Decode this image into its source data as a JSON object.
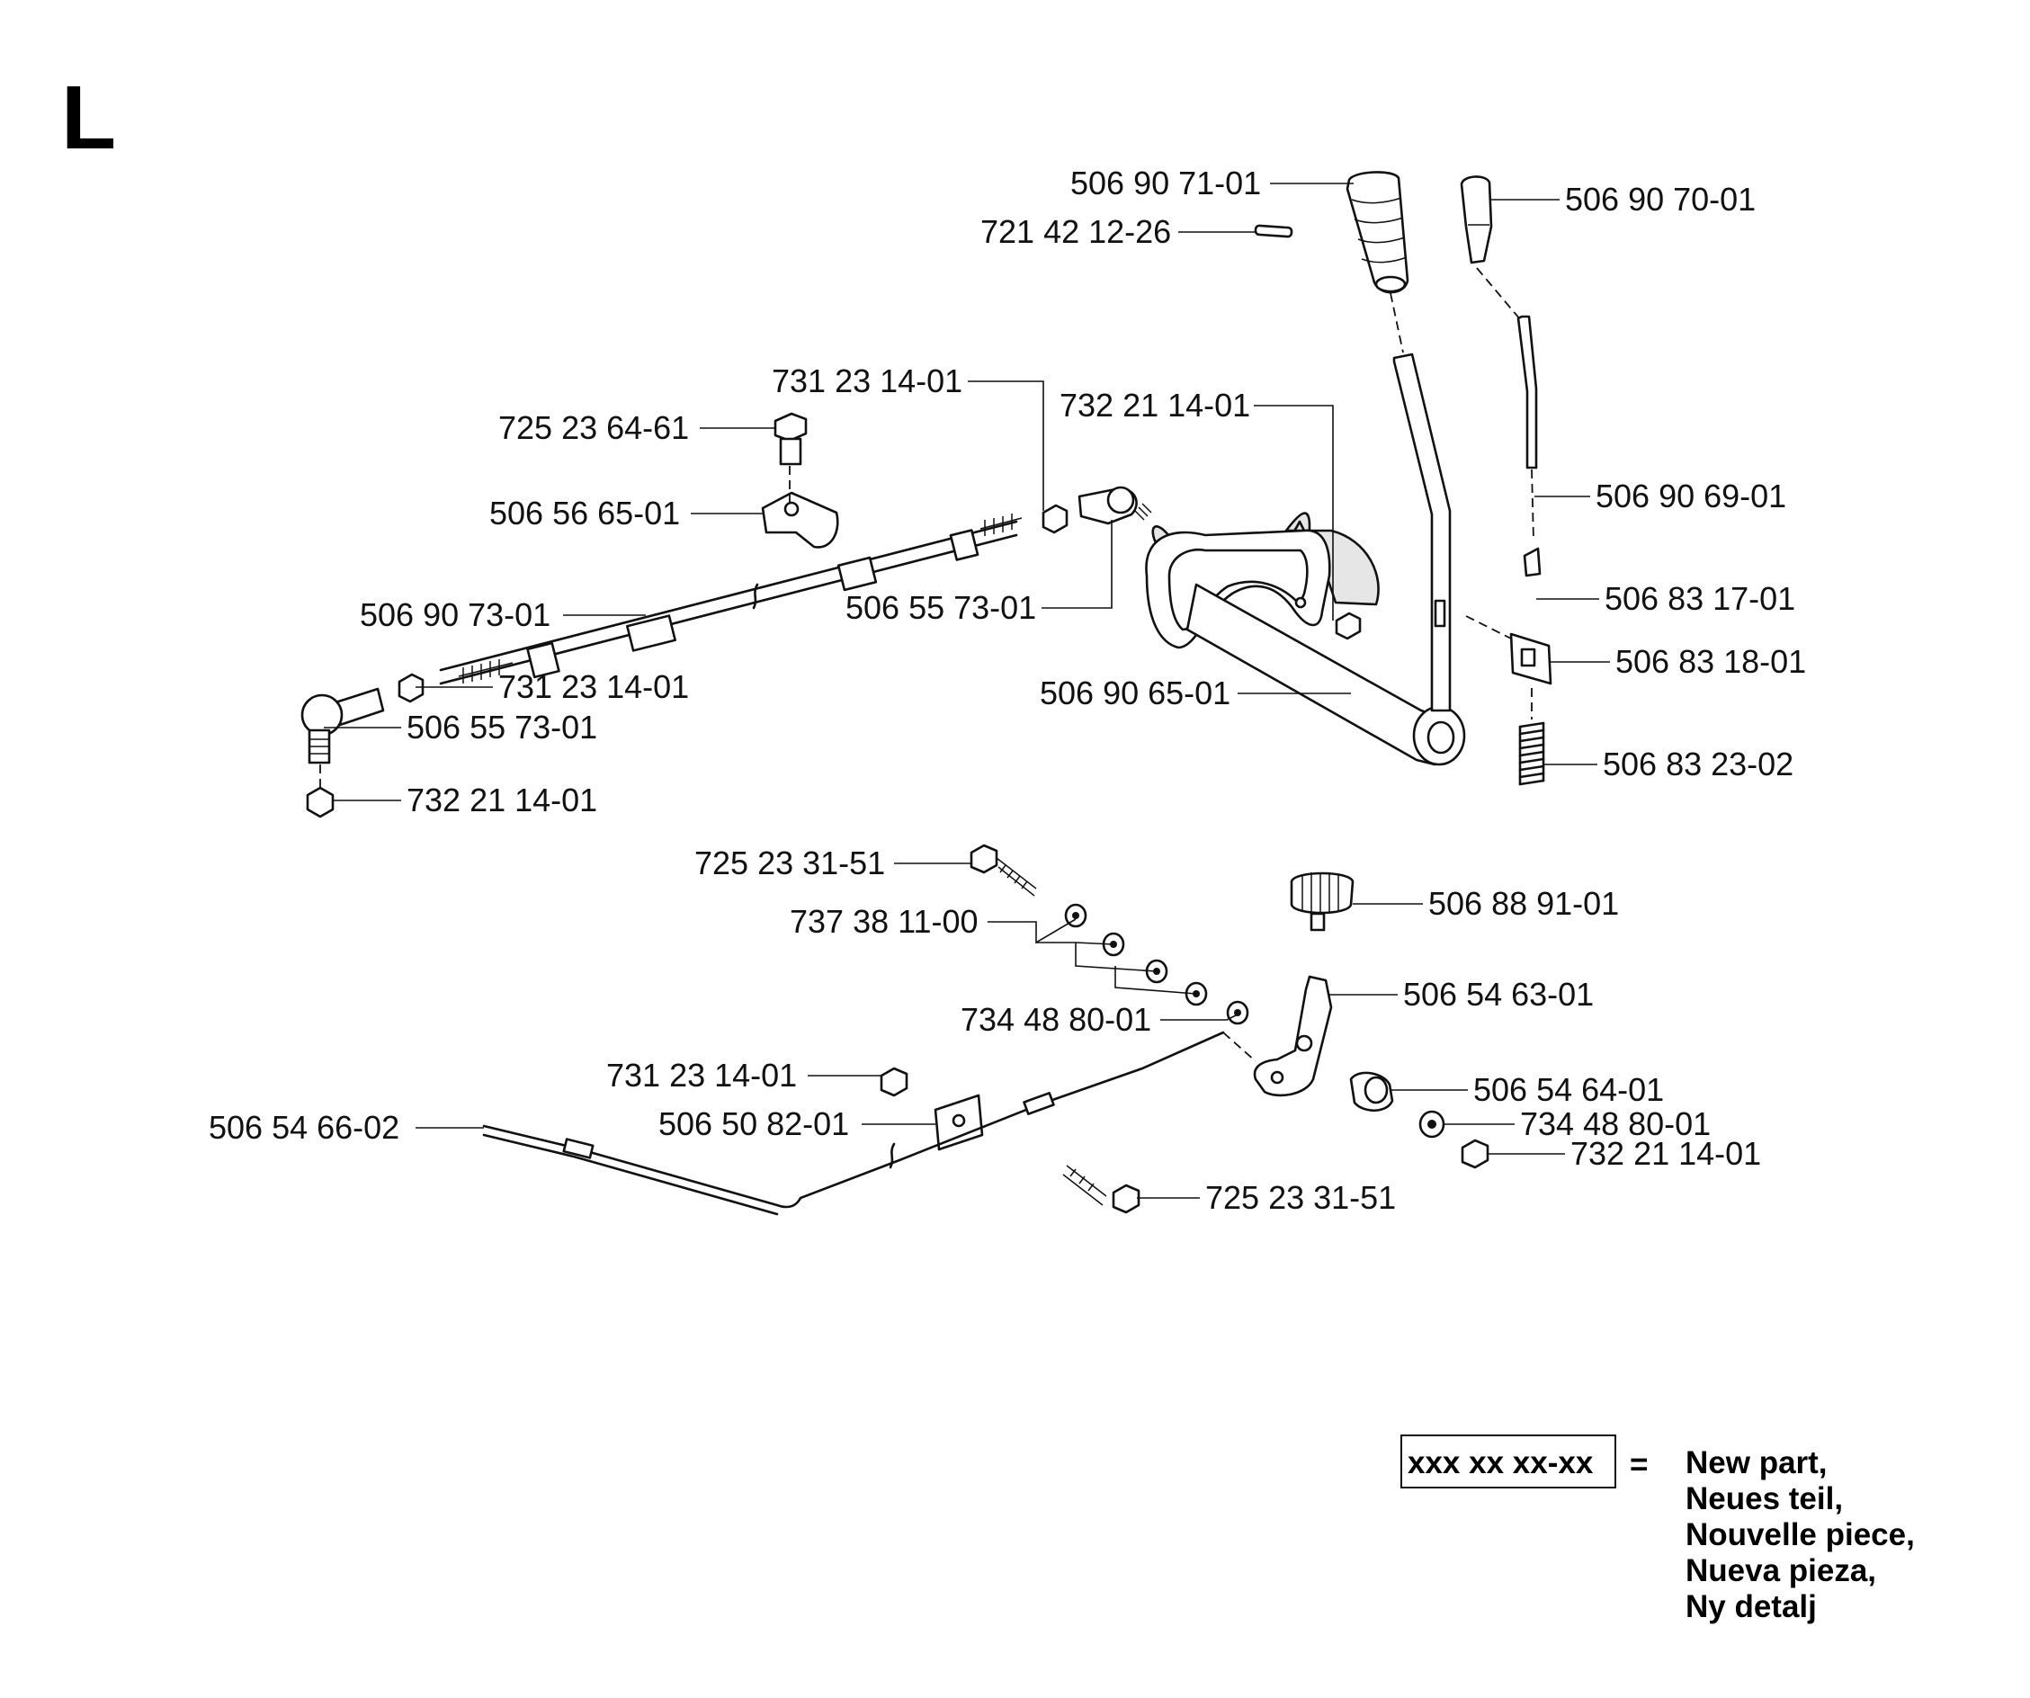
{
  "section_letter": "L",
  "callouts": [
    {
      "id": "c01",
      "text": "506 90 71-01"
    },
    {
      "id": "c02",
      "text": "721 42 12-26"
    },
    {
      "id": "c03",
      "text": "506 90 70-01"
    },
    {
      "id": "c04",
      "text": "731 23 14-01"
    },
    {
      "id": "c05",
      "text": "732 21 14-01"
    },
    {
      "id": "c06",
      "text": "725 23 64-61"
    },
    {
      "id": "c07",
      "text": "506 56 65-01"
    },
    {
      "id": "c08",
      "text": "506 90 69-01"
    },
    {
      "id": "c09",
      "text": "506 90 73-01"
    },
    {
      "id": "c10",
      "text": "506 55 73-01"
    },
    {
      "id": "c11",
      "text": "506 83 17-01"
    },
    {
      "id": "c12",
      "text": "506 83 18-01"
    },
    {
      "id": "c13",
      "text": "731 23 14-01"
    },
    {
      "id": "c14",
      "text": "506 90 65-01"
    },
    {
      "id": "c15",
      "text": "506 55 73-01"
    },
    {
      "id": "c16",
      "text": "506 83 23-02"
    },
    {
      "id": "c17",
      "text": "732 21 14-01"
    },
    {
      "id": "c18",
      "text": "725 23 31-51"
    },
    {
      "id": "c19",
      "text": "506 88 91-01"
    },
    {
      "id": "c20",
      "text": "737 38 11-00"
    },
    {
      "id": "c21",
      "text": "506 54 63-01"
    },
    {
      "id": "c22",
      "text": "734 48 80-01"
    },
    {
      "id": "c23",
      "text": "731 23 14-01"
    },
    {
      "id": "c24",
      "text": "506 54 64-01"
    },
    {
      "id": "c25",
      "text": "506 50 82-01"
    },
    {
      "id": "c26",
      "text": "734 48 80-01"
    },
    {
      "id": "c27",
      "text": "506 54 66-02"
    },
    {
      "id": "c28",
      "text": "732 21 14-01"
    },
    {
      "id": "c29",
      "text": "725 23 31-51"
    }
  ],
  "legend": {
    "placeholder": "xxx xx xx-xx",
    "equals": "=",
    "lines": [
      "New part,",
      "Neues teil,",
      "Nouvelle piece,",
      "Nueva pieza,",
      "Ny detalj"
    ]
  }
}
